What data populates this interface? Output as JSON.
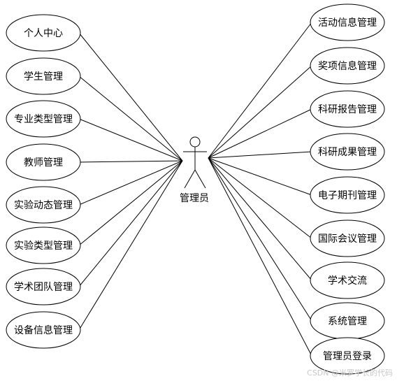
{
  "actor": {
    "label": "管理员"
  },
  "left_use_cases": [
    "个人中心",
    "学生管理",
    "专业类型管理",
    "教师管理",
    "实验动态管理",
    "实验类型管理",
    "学术团队管理",
    "设备信息管理"
  ],
  "right_use_cases": [
    "活动信息管理",
    "奖项信息管理",
    "科研报告管理",
    "科研成果管理",
    "电子期刊管理",
    "国际会议管理",
    "学术交流",
    "系统管理",
    "管理员登录"
  ],
  "watermark": "CSDN @米罗学长的代码"
}
